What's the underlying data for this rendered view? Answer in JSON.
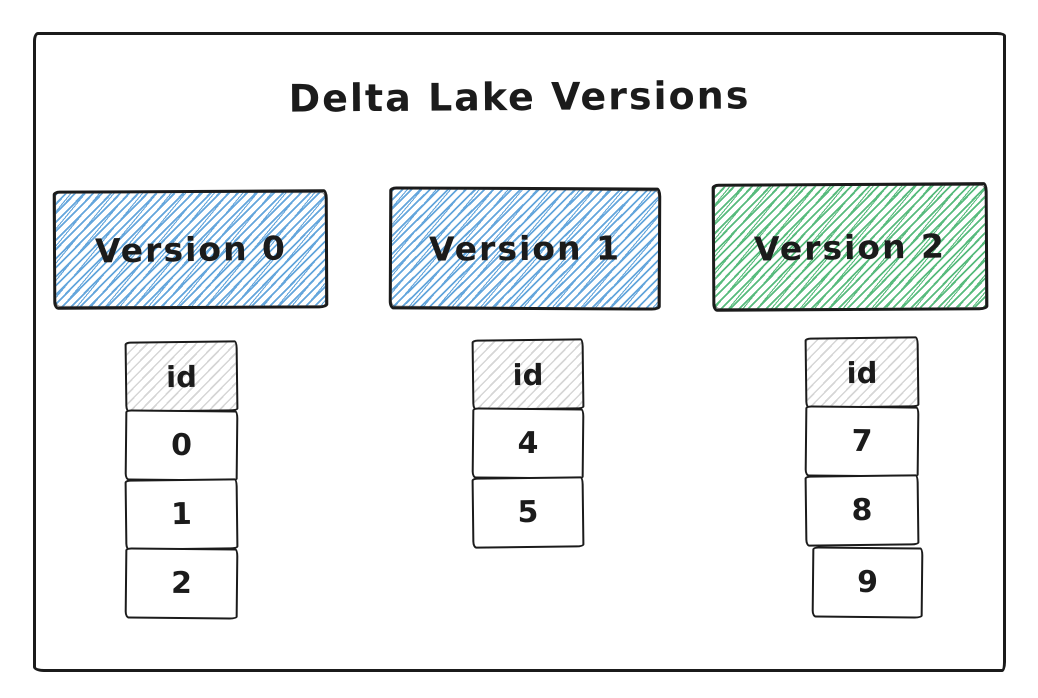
{
  "title": "Delta Lake Versions",
  "colors": {
    "blue": "#64a6dc",
    "green": "#58bb7d",
    "gray": "#d6d6d6",
    "ink": "#1b1b1b"
  },
  "versions": [
    {
      "label": "Version 0",
      "hatch": "blue",
      "header": "id",
      "rows": [
        "0",
        "1",
        "2"
      ]
    },
    {
      "label": "Version 1",
      "hatch": "blue",
      "header": "id",
      "rows": [
        "4",
        "5"
      ]
    },
    {
      "label": "Version 2",
      "hatch": "green",
      "header": "id",
      "rows": [
        "7",
        "8",
        "9"
      ]
    }
  ]
}
